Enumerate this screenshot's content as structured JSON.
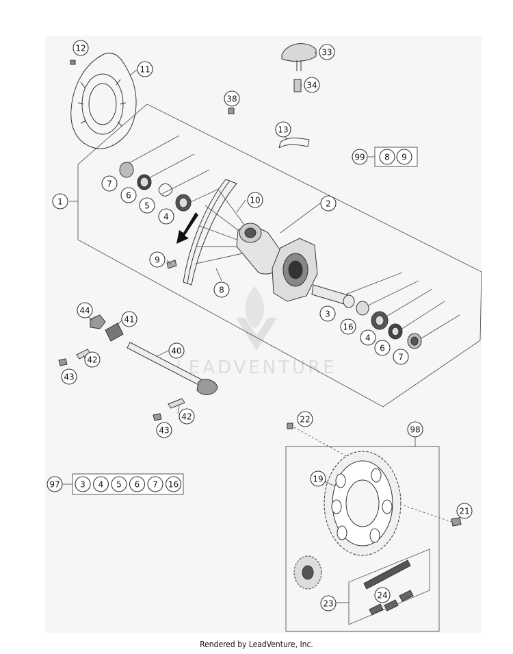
{
  "callouts": {
    "c1": "1",
    "c2": "2",
    "c3": "3",
    "c4a": "4",
    "c4b": "4",
    "c5": "5",
    "c6a": "6",
    "c6b": "6",
    "c7a": "7",
    "c7b": "7",
    "c8": "8",
    "c9": "9",
    "c10": "10",
    "c11": "11",
    "c12": "12",
    "c13": "13",
    "c16": "16",
    "c19": "19",
    "c21": "21",
    "c22": "22",
    "c23": "23",
    "c24": "24",
    "c33": "33",
    "c34": "34",
    "c38": "38",
    "c40": "40",
    "c41": "41",
    "c42a": "42",
    "c42b": "42",
    "c43a": "43",
    "c43b": "43",
    "c44": "44",
    "c98": "98"
  },
  "kit99": {
    "label": "99",
    "items": [
      "8",
      "9"
    ]
  },
  "kit97": {
    "label": "97",
    "items": [
      "3",
      "4",
      "5",
      "6",
      "7",
      "16"
    ]
  },
  "watermark": "LEADVENTURE",
  "footer": "Rendered by LeadVenture, Inc.",
  "colors": {
    "outline": "#333333",
    "background": "#ffffff",
    "watermark": "#dcdcdc"
  }
}
